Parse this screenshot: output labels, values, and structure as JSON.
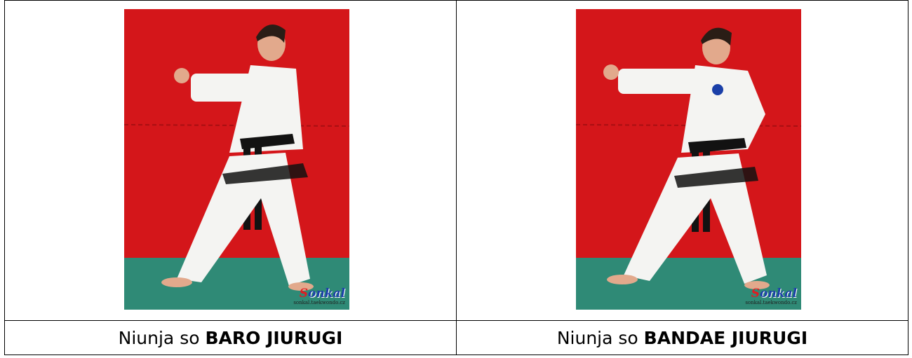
{
  "table": {
    "left": {
      "photo_alt": "",
      "logo_brand_initial": "S",
      "logo_brand_rest": "onkal",
      "logo_url": "sonkal.taekwondo.cz",
      "caption_prefix": "Niunja so ",
      "caption_bold": "BARO JIURUGI"
    },
    "right": {
      "photo_alt": "",
      "logo_brand_initial": "S",
      "logo_brand_rest": "onkal",
      "logo_url": "sonkal.taekwondo.cz",
      "caption_prefix": "Niunja so ",
      "caption_bold": "BANDAE JIURUGI"
    }
  },
  "colors": {
    "wall_red": "#d4161a",
    "mat_green": "#2f8a76",
    "uniform_white": "#f4f4f2",
    "belt_black": "#121212",
    "skin": "#e2a98c",
    "hair": "#2a1d16"
  }
}
